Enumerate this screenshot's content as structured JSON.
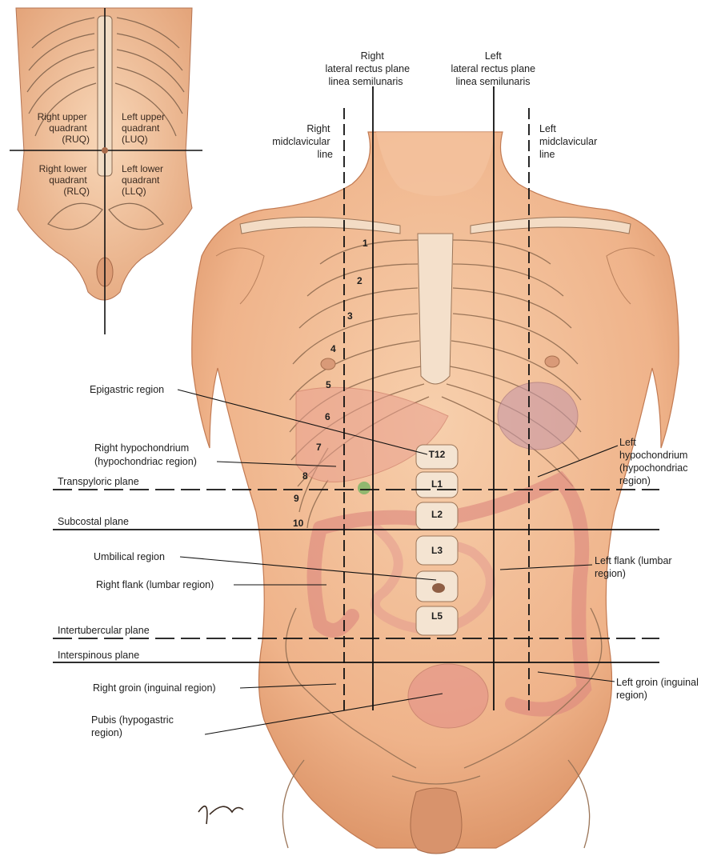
{
  "inset": {
    "quadrants": {
      "ruq": [
        "Right upper",
        "quadrant",
        "(RUQ)"
      ],
      "luq": [
        "Left upper",
        "quadrant",
        "(LUQ)"
      ],
      "rlq": [
        "Right lower",
        "quadrant",
        "(RLQ)"
      ],
      "llq": [
        "Left lower",
        "quadrant",
        "(LLQ)"
      ]
    }
  },
  "vertical_planes": {
    "right_midclavicular": [
      "Right",
      "midclavicular",
      "line"
    ],
    "right_lateral_rectus": [
      "Right",
      "lateral rectus plane",
      "linea semilunaris"
    ],
    "left_lateral_rectus": [
      "Left",
      "lateral rectus plane",
      "linea semilunaris"
    ],
    "left_midclavicular": [
      "Left",
      "midclavicular",
      "line"
    ]
  },
  "horizontal_planes": {
    "transpyloric": "Transpyloric plane",
    "subcostal": "Subcostal plane",
    "intertubercular": "Intertubercular plane",
    "interspinous": "Interspinous plane"
  },
  "regions": {
    "epigastric": [
      "Epigastric region"
    ],
    "right_hypochondrium": [
      "Right hypochondrium",
      "(hypochondriac region)"
    ],
    "left_hypochondrium": [
      "Left",
      "hypochondrium",
      "(hypochondriac",
      "region)"
    ],
    "umbilical": [
      "Umbilical region"
    ],
    "right_flank": [
      "Right flank (lumbar region)"
    ],
    "left_flank": [
      "Left flank (lumbar",
      "region)"
    ],
    "right_groin": [
      "Right groin (inguinal region)"
    ],
    "left_groin": [
      "Left groin (inguinal",
      "region)"
    ],
    "pubis": [
      "Pubis (hypogastric",
      "region)"
    ]
  },
  "ribs": [
    "1",
    "2",
    "3",
    "4",
    "5",
    "6",
    "7",
    "8",
    "9",
    "10"
  ],
  "vertebrae": [
    "T12",
    "L1",
    "L2",
    "L3",
    "L5"
  ],
  "colors": {
    "skin": "#f2b98f",
    "skin_shadow": "#d98f62",
    "bone": "#f4ddc3",
    "organ": "#e7928a",
    "line": "#111111"
  }
}
